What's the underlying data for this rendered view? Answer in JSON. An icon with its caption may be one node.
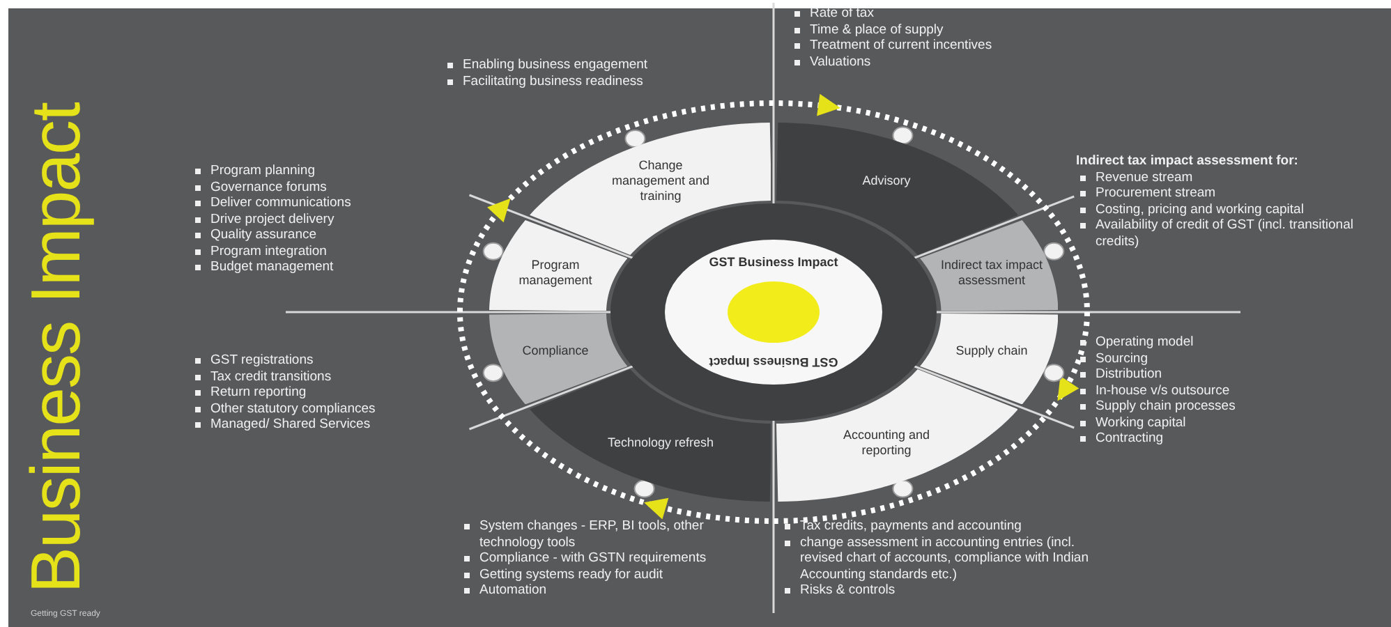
{
  "diagram": {
    "title": "Business Impact",
    "nodes": [
      {
        "text": [
          "GST Business Impact",
          "GST Business Impact"
        ]
      },
      {
        "text": [
          "Change management and training"
        ],
        "beside": [
          "Enabling business engagement",
          "Facilitating business readiness"
        ]
      },
      {
        "text": [
          "Advisory"
        ],
        "beside": [
          "Rate of tax",
          "Time & place of supply",
          "Treatment of current incentives",
          "Valuations"
        ]
      },
      {
        "text": [
          "Indirect tax impact assessment"
        ],
        "beside": [
          "Indirect tax impact assessment for:",
          "Revenue stream",
          "Procurement stream",
          "Costing, pricing and working capital",
          "Availability of credit of GST (incl. transitional credits)"
        ]
      },
      {
        "text": [
          "Supply chain"
        ],
        "beside": [
          "Operating model",
          "Sourcing",
          "Distribution",
          "In-house v/s outsource",
          "Supply chain processes",
          "Working capital",
          "Contracting"
        ]
      },
      {
        "text": [
          "Accounting and reporting"
        ],
        "beside": [
          "Tax credits, payments and accounting",
          "change assessment in accounting entries (incl. revised chart of accounts, compliance with Indian Accounting standards etc.)",
          "Risks & controls"
        ]
      },
      {
        "text": [
          "Technology refresh"
        ],
        "beside": [
          "System changes - ERP, BI tools, other technology tools",
          "Compliance - with GSTN requirements",
          "Getting systems ready for audit",
          "Automation"
        ]
      },
      {
        "text": [
          "Compliance"
        ],
        "beside": [
          "GST registrations",
          "Tax credit transitions",
          "Return reporting",
          "Other statutory compliances",
          "Managed/ Shared Services"
        ]
      },
      {
        "text": [
          "Program management"
        ],
        "beside": [
          "Program planning",
          "Governance forums",
          "Deliver communications",
          "Drive project delivery",
          "Quality assurance",
          "Program integration",
          "Budget management"
        ]
      }
    ],
    "labels": [
      "Getting GST ready"
    ]
  }
}
